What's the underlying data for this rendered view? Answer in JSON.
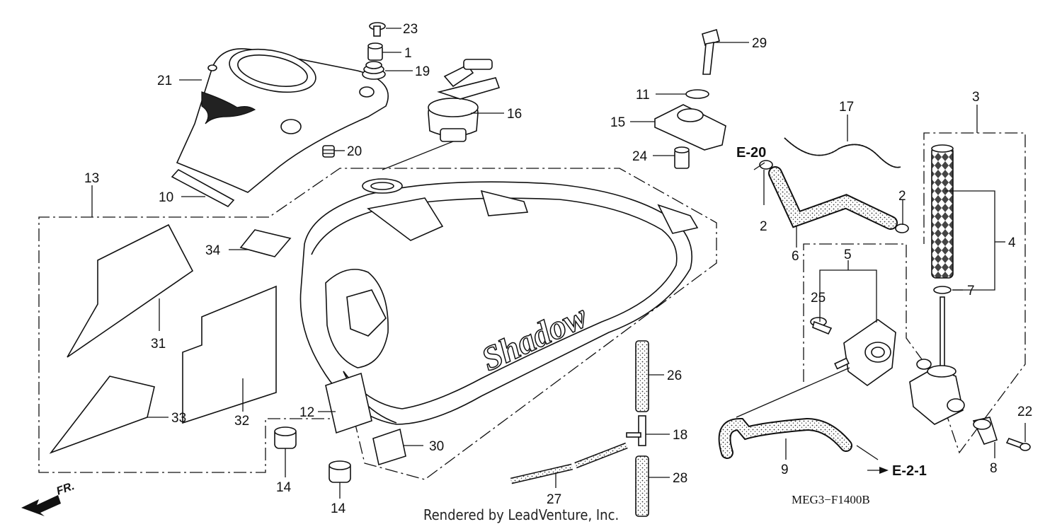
{
  "diagram": {
    "callouts": [
      {
        "id": "c23",
        "label": "23"
      },
      {
        "id": "c1",
        "label": "1"
      },
      {
        "id": "c19",
        "label": "19"
      },
      {
        "id": "c21",
        "label": "21"
      },
      {
        "id": "c16",
        "label": "16"
      },
      {
        "id": "c20",
        "label": "20"
      },
      {
        "id": "c10",
        "label": "10"
      },
      {
        "id": "c13",
        "label": "13"
      },
      {
        "id": "c34",
        "label": "34"
      },
      {
        "id": "c31",
        "label": "31"
      },
      {
        "id": "c32",
        "label": "32"
      },
      {
        "id": "c33",
        "label": "33"
      },
      {
        "id": "c12",
        "label": "12"
      },
      {
        "id": "c30",
        "label": "30"
      },
      {
        "id": "c14a",
        "label": "14"
      },
      {
        "id": "c14b",
        "label": "14"
      },
      {
        "id": "c29",
        "label": "29"
      },
      {
        "id": "c11",
        "label": "11"
      },
      {
        "id": "c15",
        "label": "15"
      },
      {
        "id": "c24",
        "label": "24"
      },
      {
        "id": "c26",
        "label": "26"
      },
      {
        "id": "c18",
        "label": "18"
      },
      {
        "id": "c28",
        "label": "28"
      },
      {
        "id": "c27",
        "label": "27"
      },
      {
        "id": "c17",
        "label": "17"
      },
      {
        "id": "c2a",
        "label": "2"
      },
      {
        "id": "c2b",
        "label": "2"
      },
      {
        "id": "c6",
        "label": "6"
      },
      {
        "id": "c5",
        "label": "5"
      },
      {
        "id": "c25",
        "label": "25"
      },
      {
        "id": "c3",
        "label": "3"
      },
      {
        "id": "c4",
        "label": "4"
      },
      {
        "id": "c7",
        "label": "7"
      },
      {
        "id": "c9",
        "label": "9"
      },
      {
        "id": "c8",
        "label": "8"
      },
      {
        "id": "c22",
        "label": "22"
      }
    ],
    "references": {
      "e20": "E-20",
      "e21": "E-2-1",
      "front": "FR."
    },
    "diagram_code": "MEG3−F1400B",
    "tank_logo": "Shadow",
    "credit": "Rendered by LeadVenture, Inc."
  },
  "colors": {
    "ink": "#111111",
    "background": "#ffffff"
  }
}
